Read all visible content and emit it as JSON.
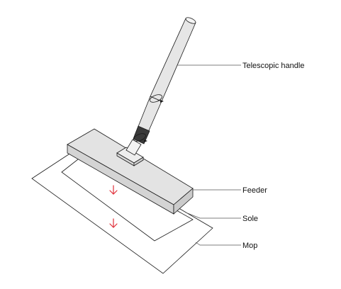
{
  "labels": {
    "handle": "Telescopic handle",
    "feeder": "Feeder",
    "sole": "Sole",
    "mop": "Mop"
  },
  "colors": {
    "outline": "#1a1a1a",
    "feeder_fill": "#e3e3e3",
    "handle_fill": "#e6e6e6",
    "grip_fill": "#3a3a3a",
    "arrow": "#e0303a",
    "leader": "#555555"
  },
  "arrows": {
    "count": 2,
    "direction": "down"
  }
}
